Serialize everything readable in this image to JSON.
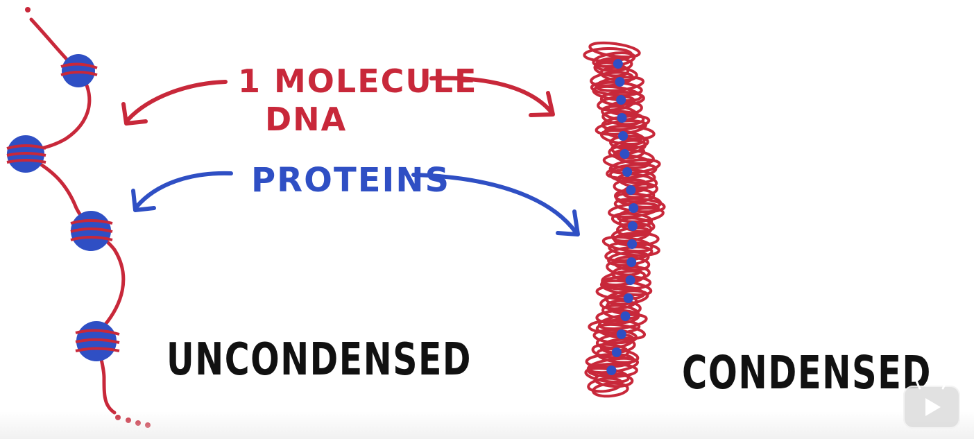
{
  "labels": {
    "molecule_line1": "1 MOLECULE",
    "molecule_line2": "DNA",
    "proteins": "PROTEINS",
    "uncondensed": "UNCONDENSED",
    "condensed": "CONDENSED"
  },
  "colors": {
    "dna_red": "#c8283a",
    "protein_blue": "#2f4fc4",
    "label_black": "#111111",
    "background": "#ffffff"
  },
  "icons": {
    "play": "play-icon"
  }
}
